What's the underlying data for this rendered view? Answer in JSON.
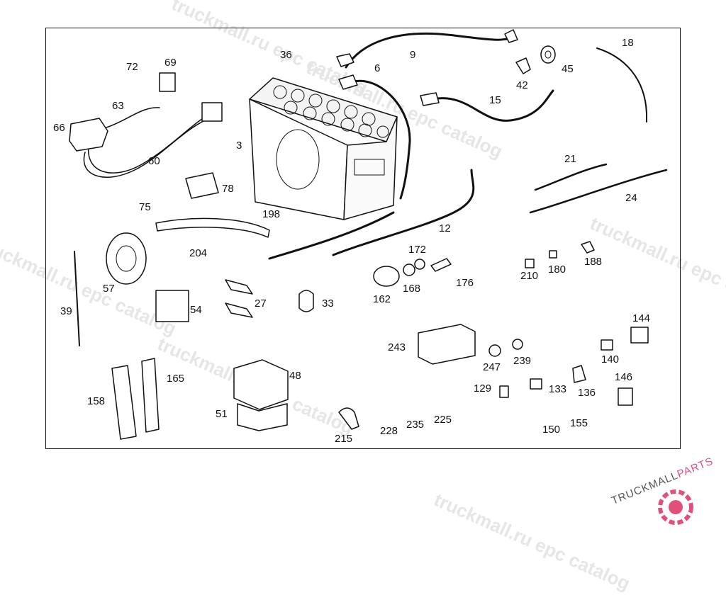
{
  "watermark": {
    "text_a": "truckmall.ru epc catalog",
    "text_b": "truckmall.ru epc catalog",
    "text_c": "truckmall.ru epc catalog",
    "text_d": "truckmall.ru epc catalog",
    "text_e": "truckmall.ru epc catalog",
    "text_f": "truckmall.ru epc catalog"
  },
  "brand": {
    "name_main": "TRUCKMALL",
    "name_accent": "PARTS",
    "accent_color": "#e0507a"
  },
  "callouts": {
    "c72": "72",
    "c69": "69",
    "c36": "36",
    "c9": "9",
    "c6": "6",
    "c45": "45",
    "c42": "42",
    "c18": "18",
    "c63": "63",
    "c66": "66",
    "c15": "15",
    "c3": "3",
    "c60": "60",
    "c21": "21",
    "c78": "78",
    "c75": "75",
    "c24": "24",
    "c198": "198",
    "c12": "12",
    "c204": "204",
    "c172": "172",
    "c188": "188",
    "c57": "57",
    "c210": "210",
    "c180": "180",
    "c176": "176",
    "c168": "168",
    "c162": "162",
    "c39": "39",
    "c27": "27",
    "c33": "33",
    "c54": "54",
    "c144": "144",
    "c243": "243",
    "c140": "140",
    "c247": "247",
    "c239": "239",
    "c48": "48",
    "c165": "165",
    "c146": "146",
    "c129": "129",
    "c133": "133",
    "c136": "136",
    "c158": "158",
    "c51": "51",
    "c225": "225",
    "c235": "235",
    "c228": "228",
    "c155": "155",
    "c150": "150",
    "c215": "215"
  }
}
